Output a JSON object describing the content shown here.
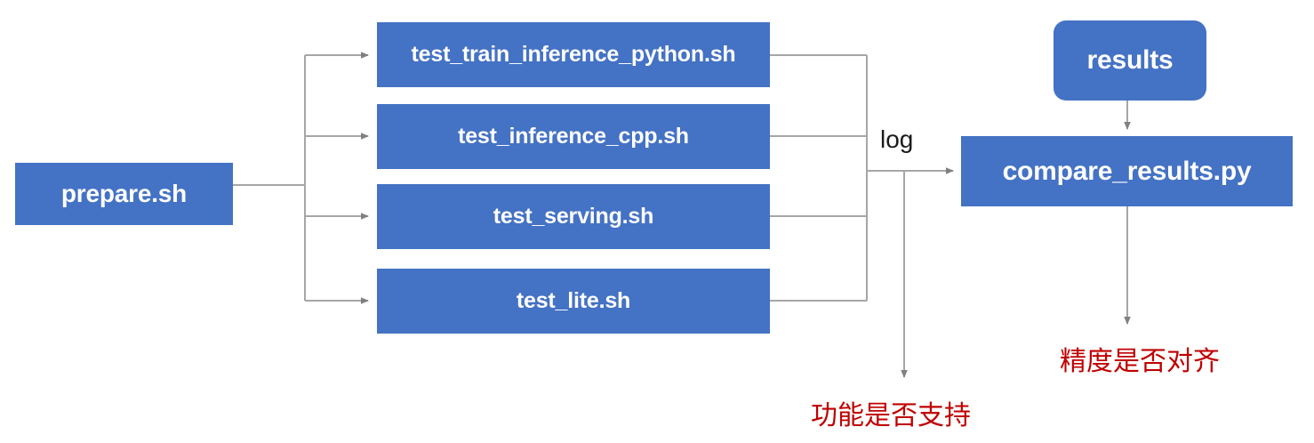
{
  "diagram": {
    "title": "TIPC test pipeline flow",
    "type": "flowchart",
    "colors": {
      "node_fill": "#4472C4",
      "node_text": "#FFFFFF",
      "wire": "#A6A6A6",
      "note_text": "#C00000",
      "edge_label_text": "#1A1A1A",
      "background": "#FFFFFF"
    },
    "nodes": {
      "prepare": {
        "label": "prepare.sh",
        "shape": "rect"
      },
      "test_train_inference_python": {
        "label": "test_train_inference_python.sh",
        "shape": "rect"
      },
      "test_inference_cpp": {
        "label": "test_inference_cpp.sh",
        "shape": "rect"
      },
      "test_serving": {
        "label": "test_serving.sh",
        "shape": "rect"
      },
      "test_lite": {
        "label": "test_lite.sh",
        "shape": "rect"
      },
      "results": {
        "label": "results",
        "shape": "rounded-rect"
      },
      "compare_results": {
        "label": "compare_results.py",
        "shape": "rect"
      }
    },
    "edge_labels": {
      "log": "log"
    },
    "notes": {
      "function_supported": "功能是否支持",
      "precision_aligned": "精度是否对齐"
    },
    "edges": [
      {
        "from": "prepare",
        "to": "test_train_inference_python",
        "label": ""
      },
      {
        "from": "prepare",
        "to": "test_inference_cpp",
        "label": ""
      },
      {
        "from": "prepare",
        "to": "test_serving",
        "label": ""
      },
      {
        "from": "prepare",
        "to": "test_lite",
        "label": ""
      },
      {
        "from": "test_train_inference_python",
        "to": "compare_results",
        "label": "log"
      },
      {
        "from": "test_inference_cpp",
        "to": "compare_results",
        "label": "log"
      },
      {
        "from": "test_serving",
        "to": "compare_results",
        "label": "log"
      },
      {
        "from": "test_lite",
        "to": "compare_results",
        "label": "log"
      },
      {
        "from": "log-junction",
        "to": "function_supported",
        "label": ""
      },
      {
        "from": "results",
        "to": "compare_results",
        "label": ""
      },
      {
        "from": "compare_results",
        "to": "precision_aligned",
        "label": ""
      }
    ]
  }
}
